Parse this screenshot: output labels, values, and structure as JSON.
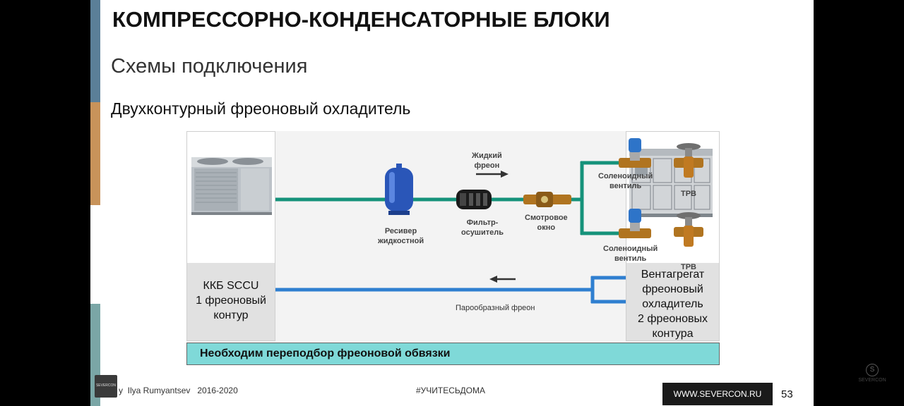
{
  "slide": {
    "title": "КОМПРЕССОРНО-КОНДЕНСАТОРНЫЕ БЛОКИ",
    "subtitle": "Схемы подключения",
    "section": "Двухконтурный фреоновый охладитель"
  },
  "diagram": {
    "labels": {
      "liquid_freon_1": "Жидкий",
      "liquid_freon_2": "фреон",
      "receiver_1": "Ресивер",
      "receiver_2": "жидкостной",
      "filter_1": "Фильтр-",
      "filter_2": "осушитель",
      "sight_glass_1": "Смотровое",
      "sight_glass_2": "окно",
      "solenoid_top_1": "Соленоидный",
      "solenoid_top_2": "вентиль",
      "trv_top": "ТРВ",
      "solenoid_bottom_1": "Соленоидный",
      "solenoid_bottom_2": "вентиль",
      "trv_bottom": "ТРВ",
      "vapor_freon": "Парообразный фреон"
    },
    "left_unit": {
      "line1": "ККБ SCCU",
      "line2": "1 фреоновый",
      "line3": "контур"
    },
    "right_unit": {
      "line1": "Вентагрегат",
      "line2": "фреоновый",
      "line3": "охладитель",
      "line4": "2 фреоновых",
      "line5": "контура"
    },
    "note": "Необходим переподбор фреоновой обвязки"
  },
  "footer": {
    "logo_text": "SEVERCON",
    "author": "y  Ilya Rumyantsev   2016-2020",
    "hashtag": "#УЧИТЕСЬДОМА",
    "site": "WWW.SEVERCON.RU",
    "page": "53"
  },
  "corner_logo": {
    "glyph": "S",
    "text": "SEVERCON"
  },
  "colors": {
    "liquid_line": "#15927a",
    "vapor_line": "#2f7fd0",
    "note_bar": "#7fd9d8"
  }
}
